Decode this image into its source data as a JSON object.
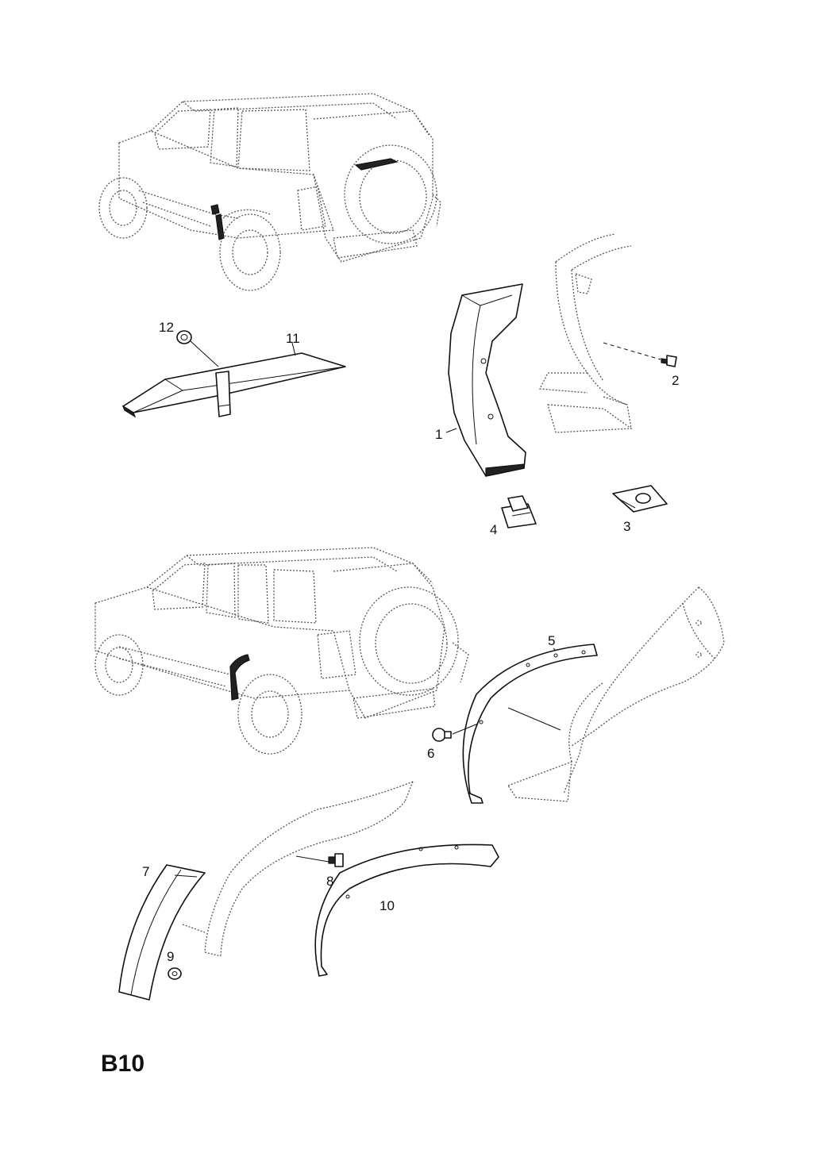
{
  "sheet_code": "B10",
  "callouts": {
    "c1": "1",
    "c2": "2",
    "c3": "3",
    "c4": "4",
    "c5": "5",
    "c6": "6",
    "c7": "7",
    "c8": "8",
    "c9": "9",
    "c10": "10",
    "c11": "11",
    "c12": "12"
  }
}
